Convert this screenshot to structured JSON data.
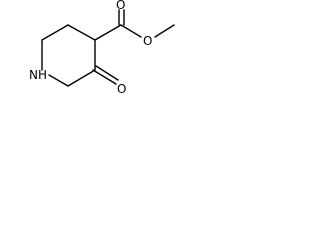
{
  "molecule": {
    "atoms": {
      "ring_nitrogen": "NH",
      "ester_carbonyl_oxygen": "O",
      "ester_ether_oxygen": "O",
      "ketone_oxygen": "O"
    }
  }
}
